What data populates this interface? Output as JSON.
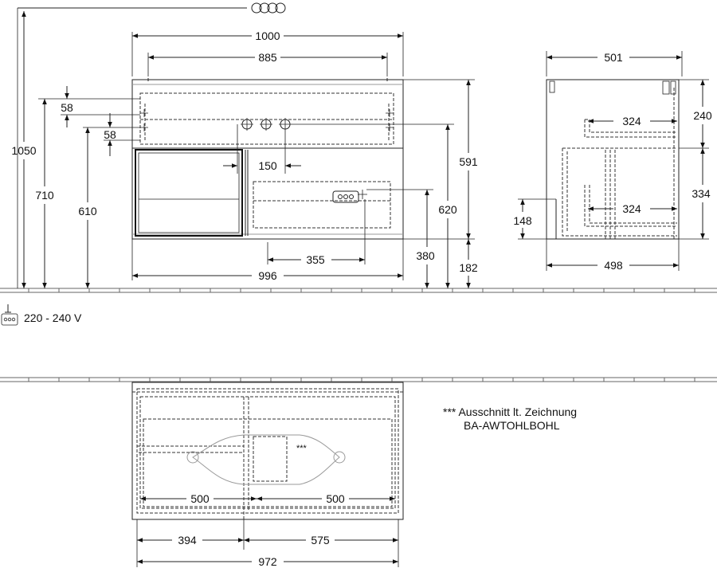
{
  "front_view": {
    "dim_1050": "1050",
    "dim_1000": "1000",
    "dim_885": "885",
    "dim_58_upper": "58",
    "dim_58_lower": "58",
    "dim_710": "710",
    "dim_610": "610",
    "dim_150": "150",
    "dim_591": "591",
    "dim_620": "620",
    "dim_355": "355",
    "dim_380": "380",
    "dim_182": "182",
    "dim_996": "996"
  },
  "side_view": {
    "dim_501": "501",
    "dim_240": "240",
    "dim_324_upper": "324",
    "dim_334": "334",
    "dim_324_lower": "324",
    "dim_148": "148",
    "dim_498": "498"
  },
  "power": {
    "voltage": "220 - 240 V",
    "icon": "socket-icon"
  },
  "plan_view": {
    "dim_500_left": "500",
    "dim_500_right": "500",
    "dim_394": "394",
    "dim_575": "575",
    "dim_972": "972",
    "cutout_marker": "***"
  },
  "notes": {
    "line1": "*** Ausschnitt lt. Zeichnung",
    "line2": "BA-AWTOHLBOHL"
  }
}
